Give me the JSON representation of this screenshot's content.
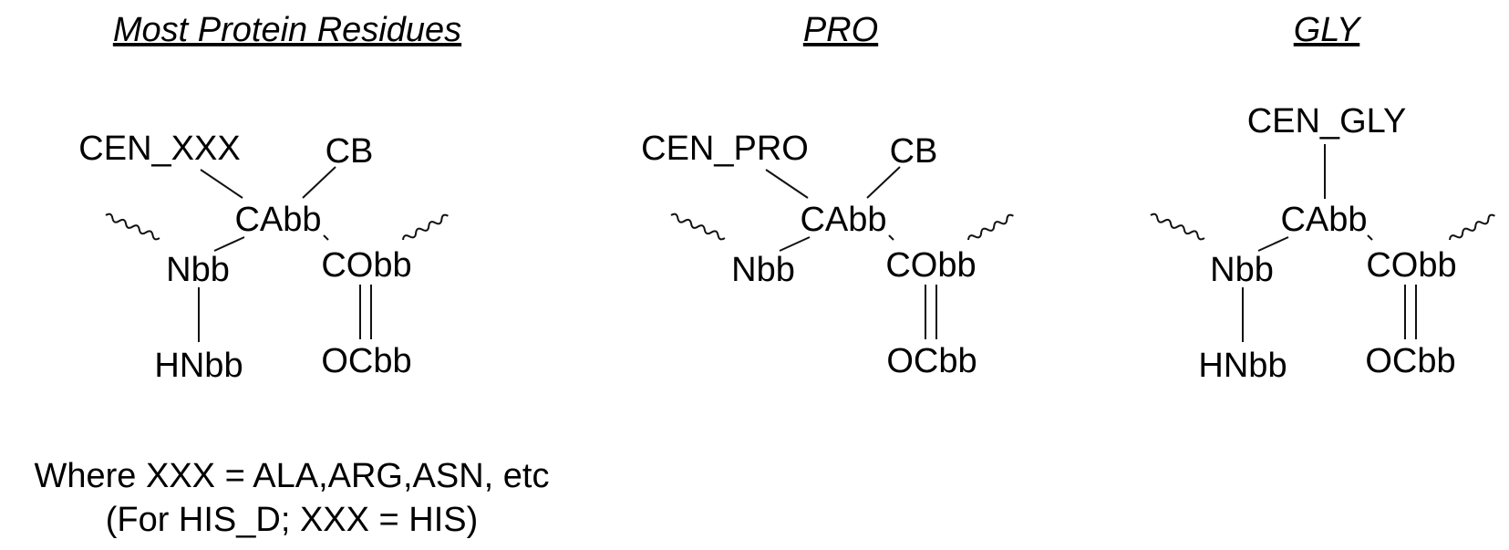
{
  "panels": [
    {
      "heading": "Most Protein Residues",
      "atoms": {
        "cen": "CEN_XXX",
        "cb": "CB",
        "ca": "CAbb",
        "n": "Nbb",
        "co": "CObb",
        "hn": "HNbb",
        "oc": "OCbb"
      }
    },
    {
      "heading": "PRO",
      "atoms": {
        "cen": "CEN_PRO",
        "cb": "CB",
        "ca": "CAbb",
        "n": "Nbb",
        "co": "CObb",
        "oc": "OCbb"
      }
    },
    {
      "heading": "GLY",
      "atoms": {
        "cen": "CEN_GLY",
        "ca": "CAbb",
        "n": "Nbb",
        "co": "CObb",
        "hn": "HNbb",
        "oc": "OCbb"
      }
    }
  ],
  "notes": {
    "line1": "Where XXX = ALA,ARG,ASN, etc",
    "line2": "(For HIS_D; XXX = HIS)"
  }
}
